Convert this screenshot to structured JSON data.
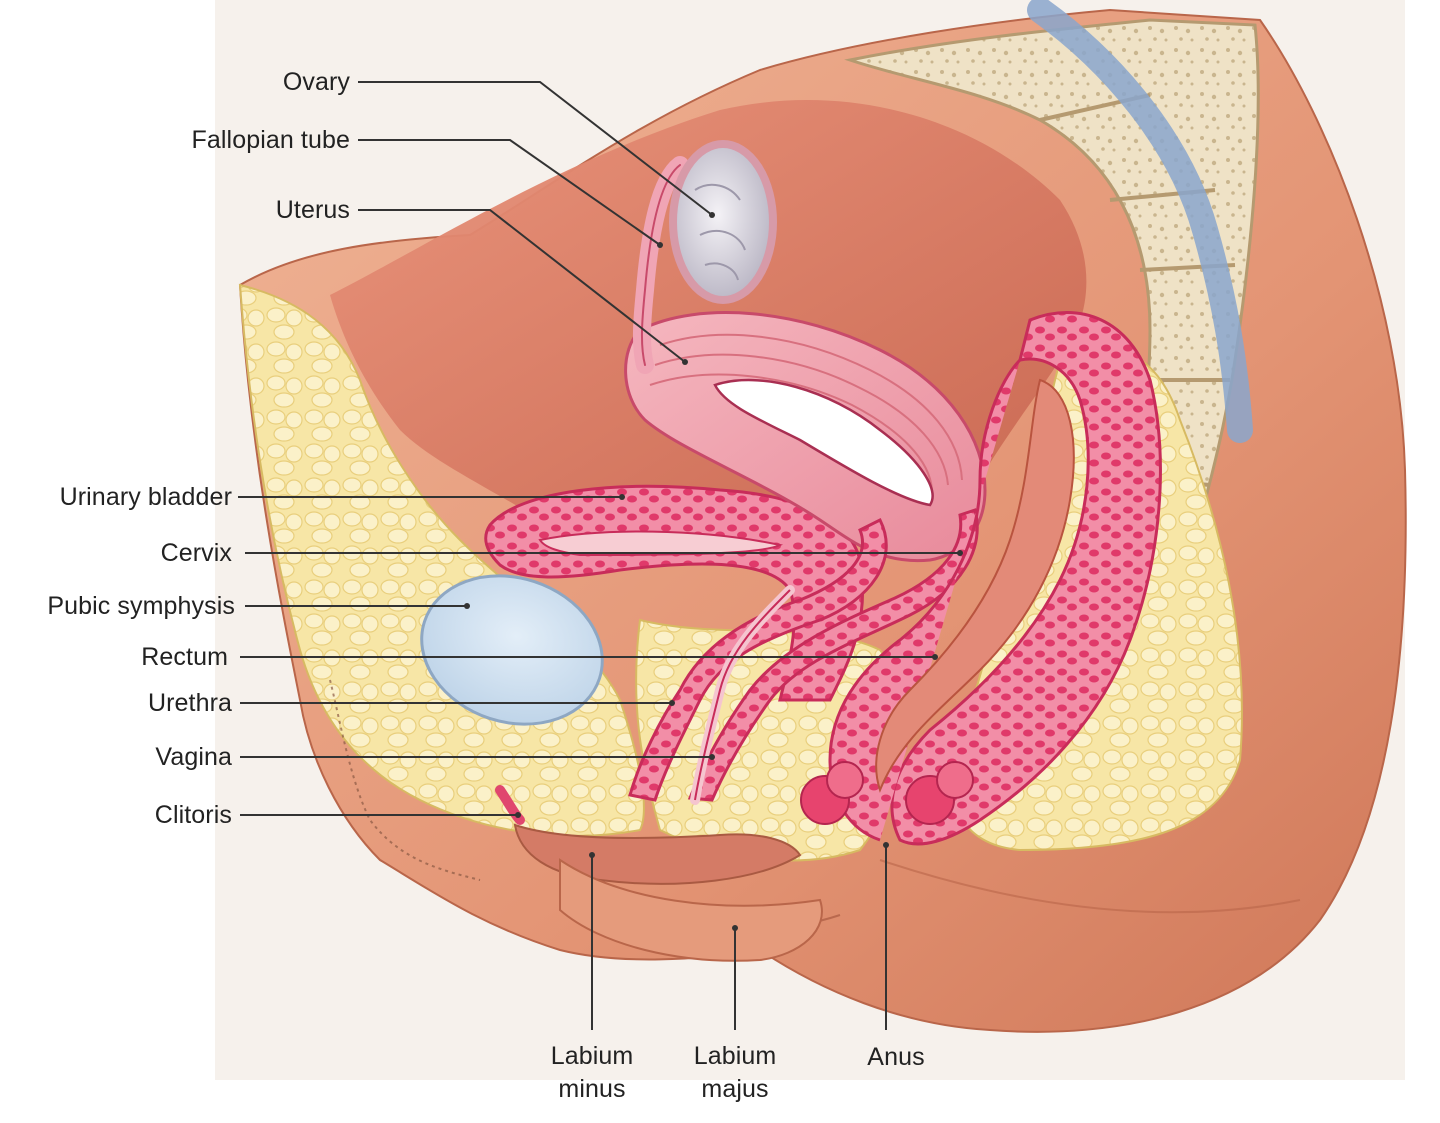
{
  "labels": {
    "ovary": "Ovary",
    "fallopian_tube": "Fallopian tube",
    "uterus": "Uterus",
    "urinary_bladder": "Urinary bladder",
    "cervix": "Cervix",
    "pubic_symphysis": "Pubic symphysis",
    "rectum": "Rectum",
    "urethra": "Urethra",
    "vagina": "Vagina",
    "clitoris": "Clitoris",
    "labium_minus_line1": "Labium",
    "labium_minus_line2": "minus",
    "labium_majus_line1": "Labium",
    "labium_majus_line2": "majus",
    "anus": "Anus"
  },
  "colors": {
    "skin": "#e49a7a",
    "skin_dark": "#c96a50",
    "fat": "#f6e3a0",
    "mucosa": "#f1a0b0",
    "wall": "#e0466e",
    "bone": "#eadcc0",
    "bladder_fluid": "#c9dcee",
    "leader_line": "#333333"
  }
}
